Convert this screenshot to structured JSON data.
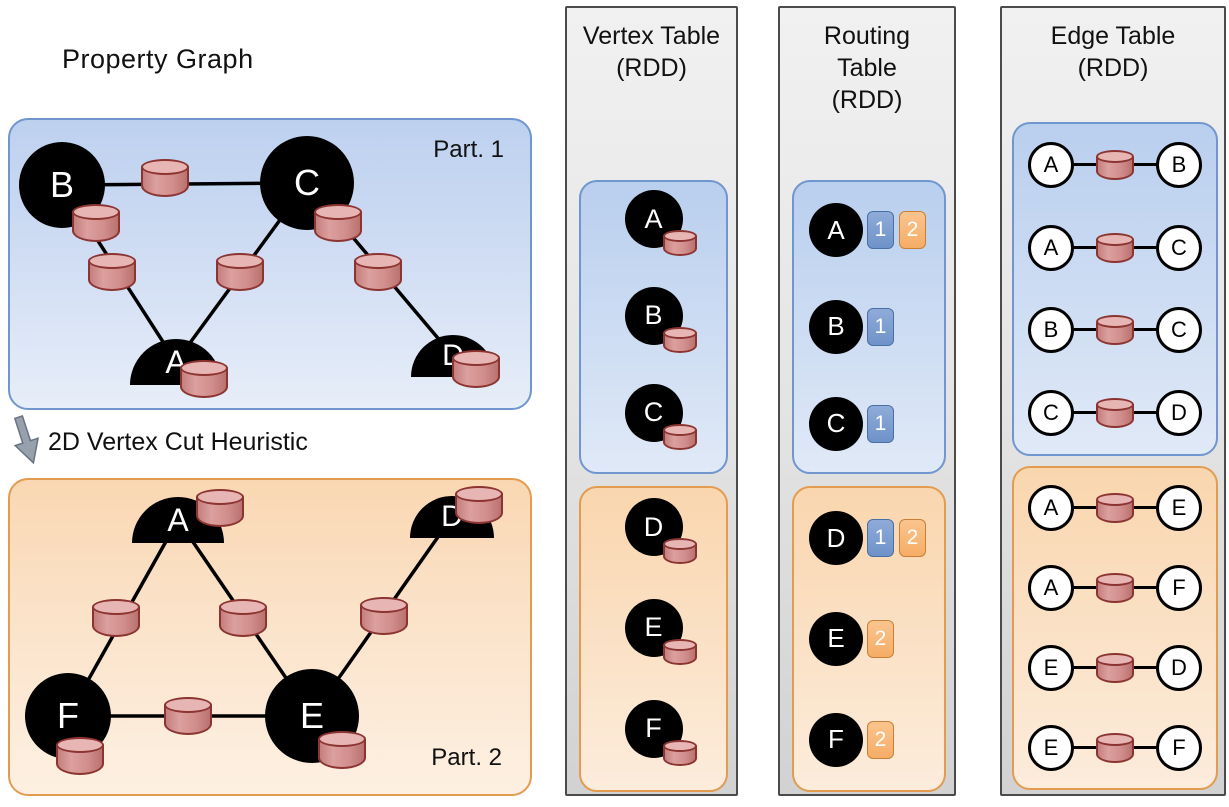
{
  "colors": {
    "partition1_fill": "#c6d7f1",
    "partition1_border": "#6f96cf",
    "partition2_fill": "#fbdfc0",
    "partition2_border": "#e39c4f",
    "panel_fill": "#e4e4e4",
    "panel_border": "#4b4b4b",
    "cylinder_fill": "#d99694",
    "cylinder_border": "#8c3431",
    "vertex_fill": "#000000",
    "partition1_badge_fill": "#7d9cd0",
    "partition2_badge_fill": "#f9bd84"
  },
  "property_graph": {
    "title": "Property Graph",
    "cut_label": "2D Vertex Cut Heuristic",
    "part1": {
      "label": "Part. 1",
      "vertices": [
        "B",
        "C",
        "A",
        "D"
      ],
      "edges": [
        [
          "B",
          "C"
        ],
        [
          "B",
          "A"
        ],
        [
          "C",
          "A"
        ],
        [
          "C",
          "D"
        ]
      ]
    },
    "part2": {
      "label": "Part. 2",
      "vertices": [
        "A",
        "D",
        "F",
        "E"
      ],
      "edges": [
        [
          "A",
          "F"
        ],
        [
          "A",
          "E"
        ],
        [
          "D",
          "E"
        ],
        [
          "F",
          "E"
        ]
      ]
    }
  },
  "vertex_table": {
    "title": "Vertex Table\n(RDD)",
    "part1": [
      "A",
      "B",
      "C"
    ],
    "part2": [
      "D",
      "E",
      "F"
    ]
  },
  "routing_table": {
    "title": "Routing\nTable\n(RDD)",
    "part1": [
      {
        "vertex": "A",
        "partitions": [
          "1",
          "2"
        ]
      },
      {
        "vertex": "B",
        "partitions": [
          "1"
        ]
      },
      {
        "vertex": "C",
        "partitions": [
          "1"
        ]
      }
    ],
    "part2": [
      {
        "vertex": "D",
        "partitions": [
          "1",
          "2"
        ]
      },
      {
        "vertex": "E",
        "partitions": [
          "2"
        ]
      },
      {
        "vertex": "F",
        "partitions": [
          "2"
        ]
      }
    ]
  },
  "edge_table": {
    "title": "Edge Table\n(RDD)",
    "part1": [
      {
        "src": "A",
        "dst": "B"
      },
      {
        "src": "A",
        "dst": "C"
      },
      {
        "src": "B",
        "dst": "C"
      },
      {
        "src": "C",
        "dst": "D"
      }
    ],
    "part2": [
      {
        "src": "A",
        "dst": "E"
      },
      {
        "src": "A",
        "dst": "F"
      },
      {
        "src": "E",
        "dst": "D"
      },
      {
        "src": "E",
        "dst": "F"
      }
    ]
  }
}
